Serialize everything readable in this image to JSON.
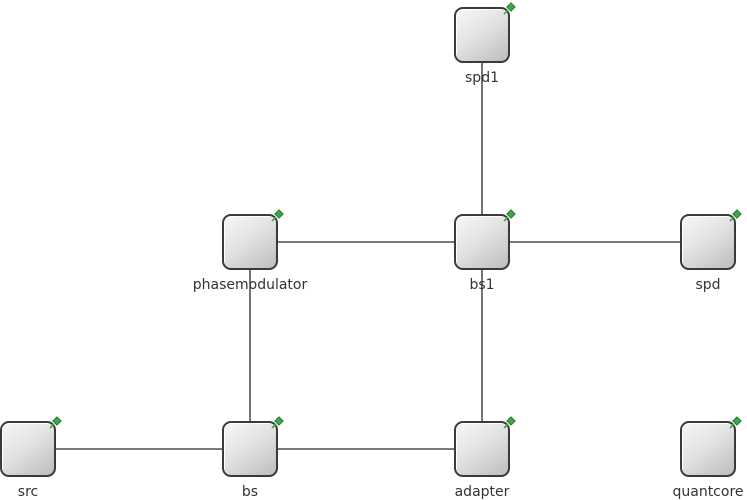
{
  "diagram": {
    "colors": {
      "edge": "#2b2b2b",
      "node_border": "#3a3a3a",
      "pin": "#3aa84a",
      "label": "#333333"
    },
    "nodes": [
      {
        "id": "spd1",
        "label": "spd1"
      },
      {
        "id": "phasemodulator",
        "label": "phasemodulator"
      },
      {
        "id": "bs1",
        "label": "bs1"
      },
      {
        "id": "spd",
        "label": "spd"
      },
      {
        "id": "src",
        "label": "src"
      },
      {
        "id": "bs",
        "label": "bs"
      },
      {
        "id": "adapter",
        "label": "adapter"
      },
      {
        "id": "quantcore",
        "label": "quantcore"
      }
    ],
    "edges": [
      {
        "from": "spd1",
        "to": "bs1"
      },
      {
        "from": "phasemodulator",
        "to": "bs1"
      },
      {
        "from": "bs1",
        "to": "spd"
      },
      {
        "from": "phasemodulator",
        "to": "bs"
      },
      {
        "from": "bs1",
        "to": "adapter"
      },
      {
        "from": "src",
        "to": "bs"
      },
      {
        "from": "bs",
        "to": "adapter"
      }
    ]
  }
}
